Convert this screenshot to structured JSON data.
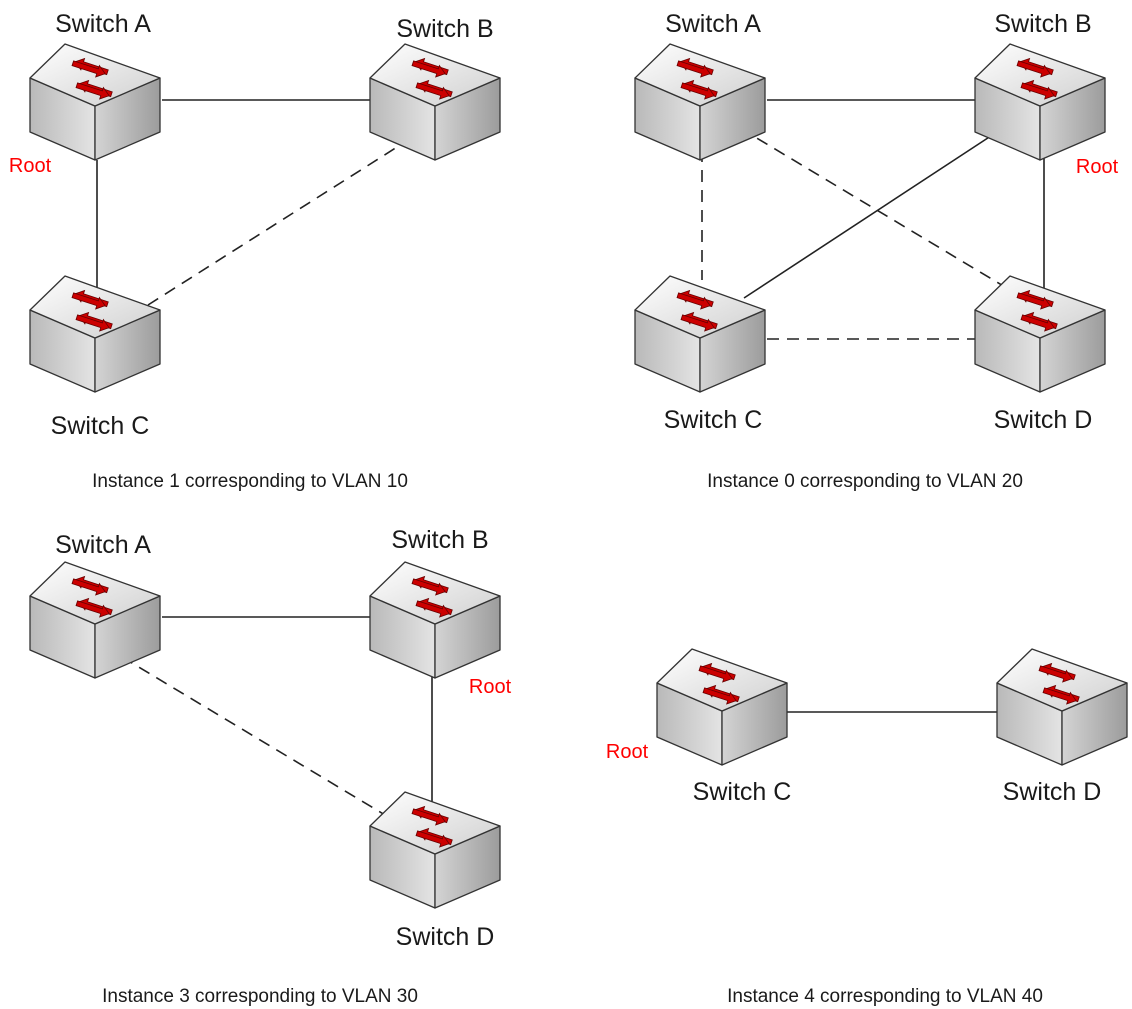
{
  "colors": {
    "root_label": "#ff0000",
    "arrow": "#cc0000",
    "switch_body": "#d8d8d8"
  },
  "icon": "network-switch-icon",
  "root_text": "Root",
  "panels": [
    {
      "caption": "Instance 1 corresponding to VLAN 10",
      "switches": [
        {
          "id": "A",
          "label": "Switch A",
          "root": true
        },
        {
          "id": "B",
          "label": "Switch B",
          "root": false
        },
        {
          "id": "C",
          "label": "Switch C",
          "root": false
        }
      ],
      "links": [
        {
          "from": "A",
          "to": "B",
          "state": "forwarding"
        },
        {
          "from": "A",
          "to": "C",
          "state": "forwarding"
        },
        {
          "from": "C",
          "to": "B",
          "state": "blocked"
        }
      ]
    },
    {
      "caption": "Instance 0 corresponding to VLAN 20",
      "switches": [
        {
          "id": "A",
          "label": "Switch A",
          "root": false
        },
        {
          "id": "B",
          "label": "Switch B",
          "root": true
        },
        {
          "id": "C",
          "label": "Switch C",
          "root": false
        },
        {
          "id": "D",
          "label": "Switch D",
          "root": false
        }
      ],
      "links": [
        {
          "from": "A",
          "to": "B",
          "state": "forwarding"
        },
        {
          "from": "B",
          "to": "D",
          "state": "forwarding"
        },
        {
          "from": "C",
          "to": "B",
          "state": "forwarding"
        },
        {
          "from": "A",
          "to": "C",
          "state": "blocked"
        },
        {
          "from": "A",
          "to": "D",
          "state": "blocked"
        },
        {
          "from": "C",
          "to": "D",
          "state": "blocked"
        }
      ]
    },
    {
      "caption": "Instance 3 corresponding to VLAN 30",
      "switches": [
        {
          "id": "A",
          "label": "Switch A",
          "root": false
        },
        {
          "id": "B",
          "label": "Switch B",
          "root": true
        },
        {
          "id": "D",
          "label": "Switch D",
          "root": false
        }
      ],
      "links": [
        {
          "from": "A",
          "to": "B",
          "state": "forwarding"
        },
        {
          "from": "B",
          "to": "D",
          "state": "forwarding"
        },
        {
          "from": "A",
          "to": "D",
          "state": "blocked"
        }
      ]
    },
    {
      "caption": "Instance 4 corresponding to VLAN 40",
      "switches": [
        {
          "id": "C",
          "label": "Switch C",
          "root": true
        },
        {
          "id": "D",
          "label": "Switch D",
          "root": false
        }
      ],
      "links": [
        {
          "from": "C",
          "to": "D",
          "state": "forwarding"
        }
      ]
    }
  ]
}
